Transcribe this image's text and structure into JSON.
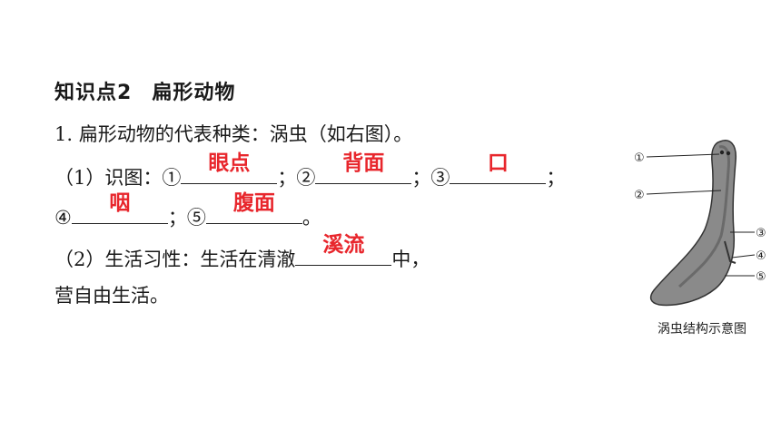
{
  "heading": {
    "number": "知识点2",
    "title": "扁形动物"
  },
  "q1": {
    "intro": "1. 扁形动物的代表种类：涡虫（如右图）。",
    "part1_label": "（1）识图：",
    "m1": "①",
    "m2": "②",
    "m3": "③",
    "m4": "④",
    "m5": "⑤",
    "a1": "眼点",
    "a2": "背面",
    "a3": "口",
    "a4": "咽",
    "a5": "腹面",
    "sep": "；",
    "end": "。",
    "part2_label": "（2）生活习性：生活在清澈",
    "a6": "溪流",
    "part2_mid": "中，",
    "part2_tail": "营自由生活。"
  },
  "figure": {
    "caption": "涡虫结构示意图",
    "labels": [
      "①",
      "②",
      "③",
      "④",
      "⑤"
    ]
  },
  "colors": {
    "answer": "#e8262c",
    "text": "#1a1a1a"
  }
}
